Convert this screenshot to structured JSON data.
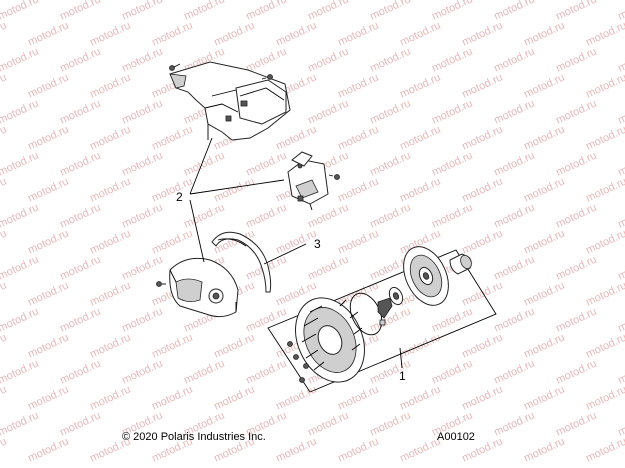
{
  "watermark": {
    "text": "motod.ru"
  },
  "callouts": {
    "c1": "1",
    "c2": "2",
    "c3": "3"
  },
  "footer": {
    "copyright": "© 2020 Polaris Industries Inc.",
    "diagram_id": "A00102"
  },
  "colors": {
    "watermark": "#e8b8b8",
    "line": "#000000",
    "background": "#ffffff"
  }
}
